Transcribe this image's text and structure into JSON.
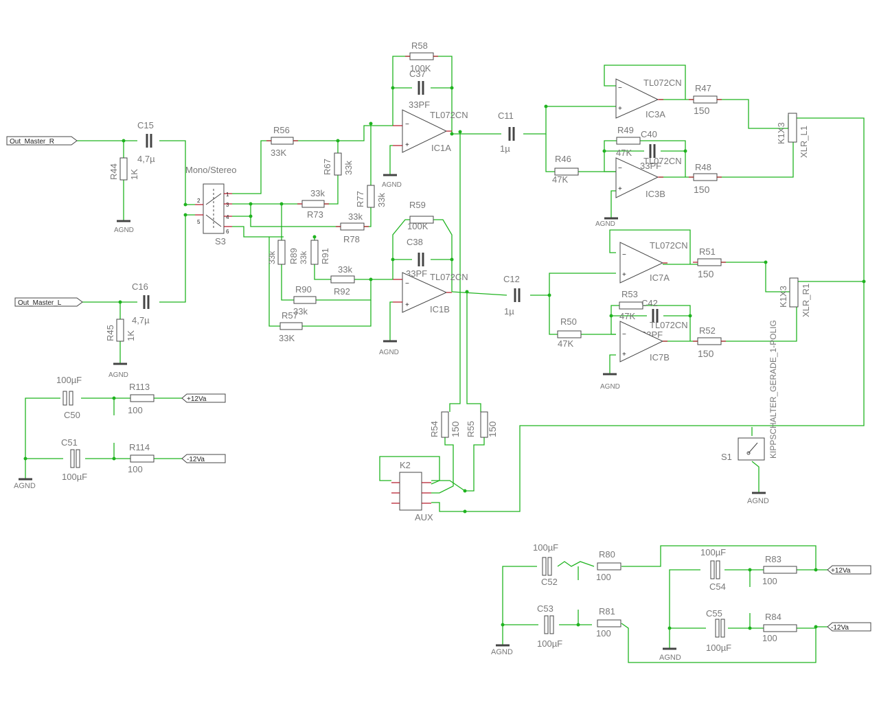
{
  "ports": {
    "out_r": "Out_Master_R",
    "out_l": "Out_Master_L",
    "p12a": "+12Va",
    "m12a": "-12Va",
    "p12b": "+12Va",
    "m12b": "-12Va"
  },
  "switch": {
    "title": "Mono/Stereo",
    "name": "S3"
  },
  "gnd": "AGND",
  "comp": {
    "C15": {
      "n": "C15",
      "v": "4,7µ"
    },
    "C16": {
      "n": "C16",
      "v": "4,7µ"
    },
    "R44": {
      "n": "R44",
      "v": "1K"
    },
    "R45": {
      "n": "R45",
      "v": "1K"
    },
    "R56": {
      "n": "R56",
      "v": "33K"
    },
    "R67": {
      "n": "R67",
      "v": "33k"
    },
    "R73": {
      "n": "R73",
      "v": "33k"
    },
    "R77": {
      "n": "R77",
      "v": "33k"
    },
    "R78": {
      "n": "R78",
      "v": "33k"
    },
    "R89": {
      "n": "R89",
      "v": "33k"
    },
    "R91": {
      "n": "R91",
      "v": "33k"
    },
    "R92": {
      "n": "R92",
      "v": "33k"
    },
    "R90": {
      "n": "R90",
      "v": "33k"
    },
    "R57": {
      "n": "R57",
      "v": "33K"
    },
    "R58": {
      "n": "R58",
      "v": "100K"
    },
    "C37": {
      "n": "C37",
      "v": "33PF"
    },
    "R59": {
      "n": "R59",
      "v": "100K"
    },
    "C38": {
      "n": "C38",
      "v": "33PF"
    },
    "IC1A": {
      "n": "IC1A",
      "v": "TL072CN"
    },
    "IC1B": {
      "n": "IC1B",
      "v": "TL072CN"
    },
    "C11": {
      "n": "C11",
      "v": "1µ"
    },
    "C12": {
      "n": "C12",
      "v": "1µ"
    },
    "IC3A": {
      "n": "IC3A",
      "v": "TL072CN"
    },
    "IC3B": {
      "n": "IC3B",
      "v": "TL072CN"
    },
    "IC7A": {
      "n": "IC7A",
      "v": "TL072CN"
    },
    "IC7B": {
      "n": "IC7B",
      "v": "TL072CN"
    },
    "R46": {
      "n": "R46",
      "v": "47K"
    },
    "R49": {
      "n": "R49",
      "v": "47K"
    },
    "C40": {
      "n": "C40",
      "v": "33PF"
    },
    "R50": {
      "n": "R50",
      "v": "47K"
    },
    "R53": {
      "n": "R53",
      "v": "47K"
    },
    "C42": {
      "n": "C42",
      "v": "33PF"
    },
    "R47": {
      "n": "R47",
      "v": "150"
    },
    "R48": {
      "n": "R48",
      "v": "150"
    },
    "R51": {
      "n": "R51",
      "v": "150"
    },
    "R52": {
      "n": "R52",
      "v": "150"
    },
    "R54": {
      "n": "R54",
      "v": "150"
    },
    "R55": {
      "n": "R55",
      "v": "150"
    },
    "K1X3a": {
      "n": "K1X3",
      "v": "XLR_L1"
    },
    "K1X3b": {
      "n": "K1X3",
      "v": "XLR_R1"
    },
    "S1": {
      "n": "S1",
      "v": "KIPPSCHALTER_GERADE_1-POLIG"
    },
    "K2": {
      "n": "K2",
      "v": "AUX"
    },
    "C50": {
      "n": "C50",
      "v": "100µF"
    },
    "C51": {
      "n": "C51",
      "v": "100µF"
    },
    "R113": {
      "n": "R113",
      "v": "100"
    },
    "R114": {
      "n": "R114",
      "v": "100"
    },
    "C52": {
      "n": "C52",
      "v": "100µF"
    },
    "C53": {
      "n": "C53",
      "v": "100µF"
    },
    "C54": {
      "n": "C54",
      "v": "100µF"
    },
    "C55": {
      "n": "C55",
      "v": "100µF"
    },
    "R80": {
      "n": "R80",
      "v": "100"
    },
    "R81": {
      "n": "R81",
      "v": "100"
    },
    "R83": {
      "n": "R83",
      "v": "100"
    },
    "R84": {
      "n": "R84",
      "v": "100"
    }
  }
}
